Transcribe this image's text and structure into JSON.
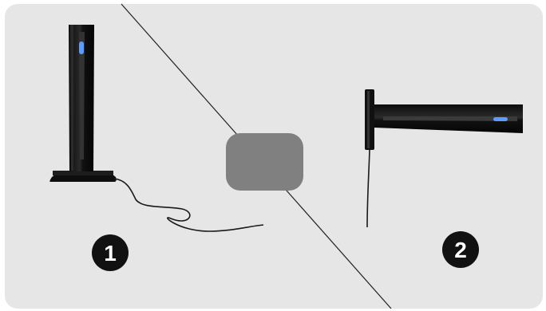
{
  "panel": {
    "background": "#e6e6e6",
    "divider_color": "#222222",
    "center_box_color": "#808080"
  },
  "options": [
    {
      "label": "1",
      "orientation": "vertical",
      "cable": "curly-lying"
    },
    {
      "label": "2",
      "orientation": "horizontal",
      "cable": "hanging"
    }
  ],
  "colors": {
    "antenna_body": "#141414",
    "antenna_highlight": "#3a3a3a",
    "led": "#5a9cff",
    "badge_fill": "#111111",
    "badge_text": "#ffffff"
  }
}
